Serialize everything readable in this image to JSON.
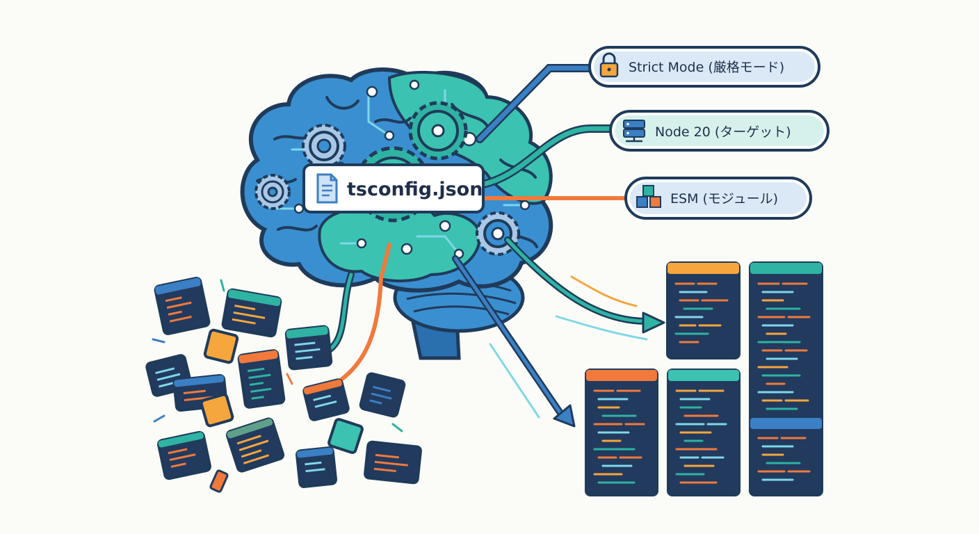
{
  "center_label": {
    "text": "tsconfig.json",
    "icon": "file-icon"
  },
  "settings": [
    {
      "text": "Strict Mode (厳格モード)",
      "icon": "lock-icon",
      "color": "#3b7fc4"
    },
    {
      "text": "Node 20 (ターゲット)",
      "icon": "server-icon",
      "color": "#2fb3a3"
    },
    {
      "text": "ESM (モジュール)",
      "icon": "cubes-icon",
      "color": "#f07a3c"
    }
  ],
  "colors": {
    "navy": "#1f3b5a",
    "blue": "#3b7fc4",
    "teal": "#2fb3a3",
    "orange": "#f07a3c",
    "code_bg": "#223a5e"
  }
}
